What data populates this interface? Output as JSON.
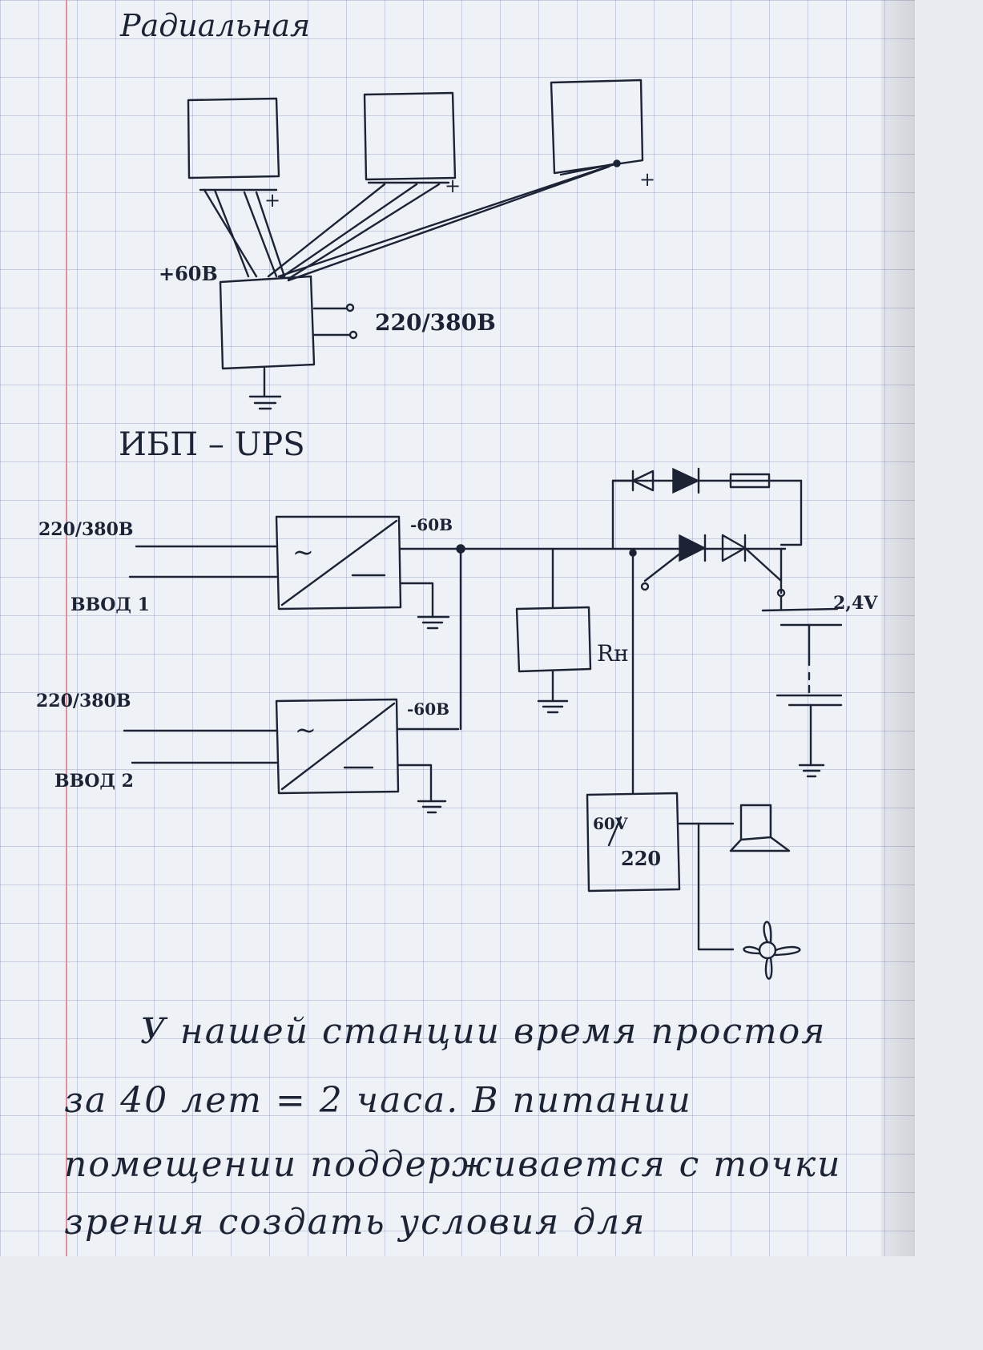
{
  "radial": {
    "title": "Радиальная",
    "plus_60_label": "+60В",
    "input_label": "220/380В",
    "plus_marks": [
      "+",
      "+",
      "+"
    ]
  },
  "ups": {
    "title": "ИБП – UPS",
    "input1_label": "220/380В",
    "input1_name": "ВВОД 1",
    "input2_label": "220/380В",
    "input2_name": "ВВОД 2",
    "bus_label_1": "-60В",
    "bus_label_2": "-60В",
    "load_label": "Rн",
    "battery_cell_label": "2,4V",
    "inverter_label_top": "60V",
    "inverter_label_bottom": "220",
    "tilde_1": "~",
    "tilde_2": "~"
  },
  "notes": [
    "У нашей станции время простоя",
    "за 40 лет = 2 часа. В питании",
    "помещении поддерживается с точки",
    "зрения создать условия для"
  ]
}
